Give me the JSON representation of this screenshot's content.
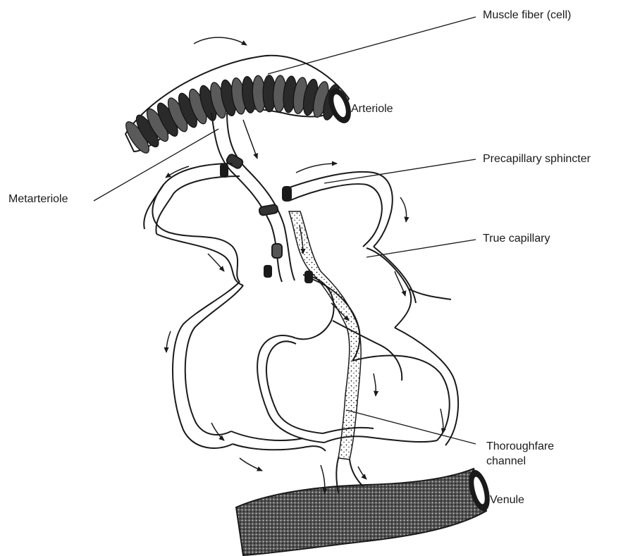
{
  "labels": {
    "muscle_fiber": "Muscle fiber (cell)",
    "arteriole": "Arteriole",
    "precapillary_sphincter": "Precapillary sphincter",
    "metarteriole": "Metarteriole",
    "true_capillary": "True capillary",
    "thoroughfare_line1": "Thoroughfare",
    "thoroughfare_line2": "channel",
    "venule": "Venule"
  },
  "colors": {
    "ink": "#1a1a1a",
    "background": "#ffffff"
  }
}
